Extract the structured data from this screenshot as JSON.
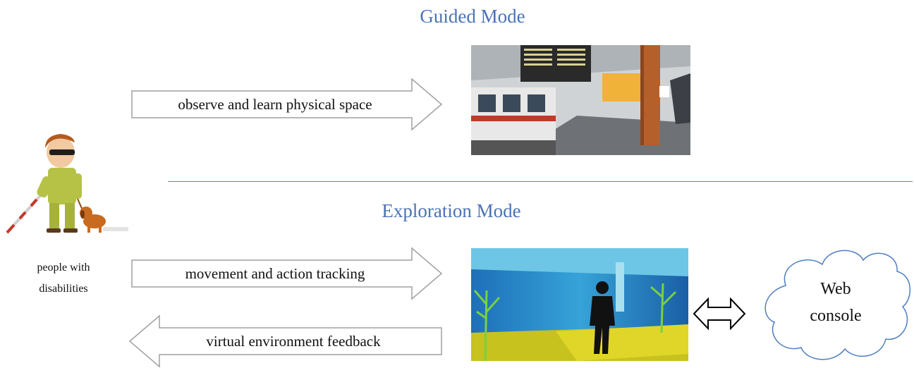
{
  "guided": {
    "title": "Guided Mode",
    "arrow_label": "observe and learn physical space"
  },
  "exploration": {
    "title": "Exploration Mode",
    "arrow_tracking_label": "movement and action tracking",
    "arrow_feedback_label": "virtual environment feedback"
  },
  "person": {
    "caption_line1": "people with",
    "caption_line2": "disabilities"
  },
  "cloud": {
    "line1": "Web",
    "line2": "console"
  },
  "colors": {
    "title_blue": "#4a72b8",
    "divider_blue": "#5b86c6",
    "arrow_outline": "#999999",
    "cloud_outline": "#4f7fc0"
  }
}
